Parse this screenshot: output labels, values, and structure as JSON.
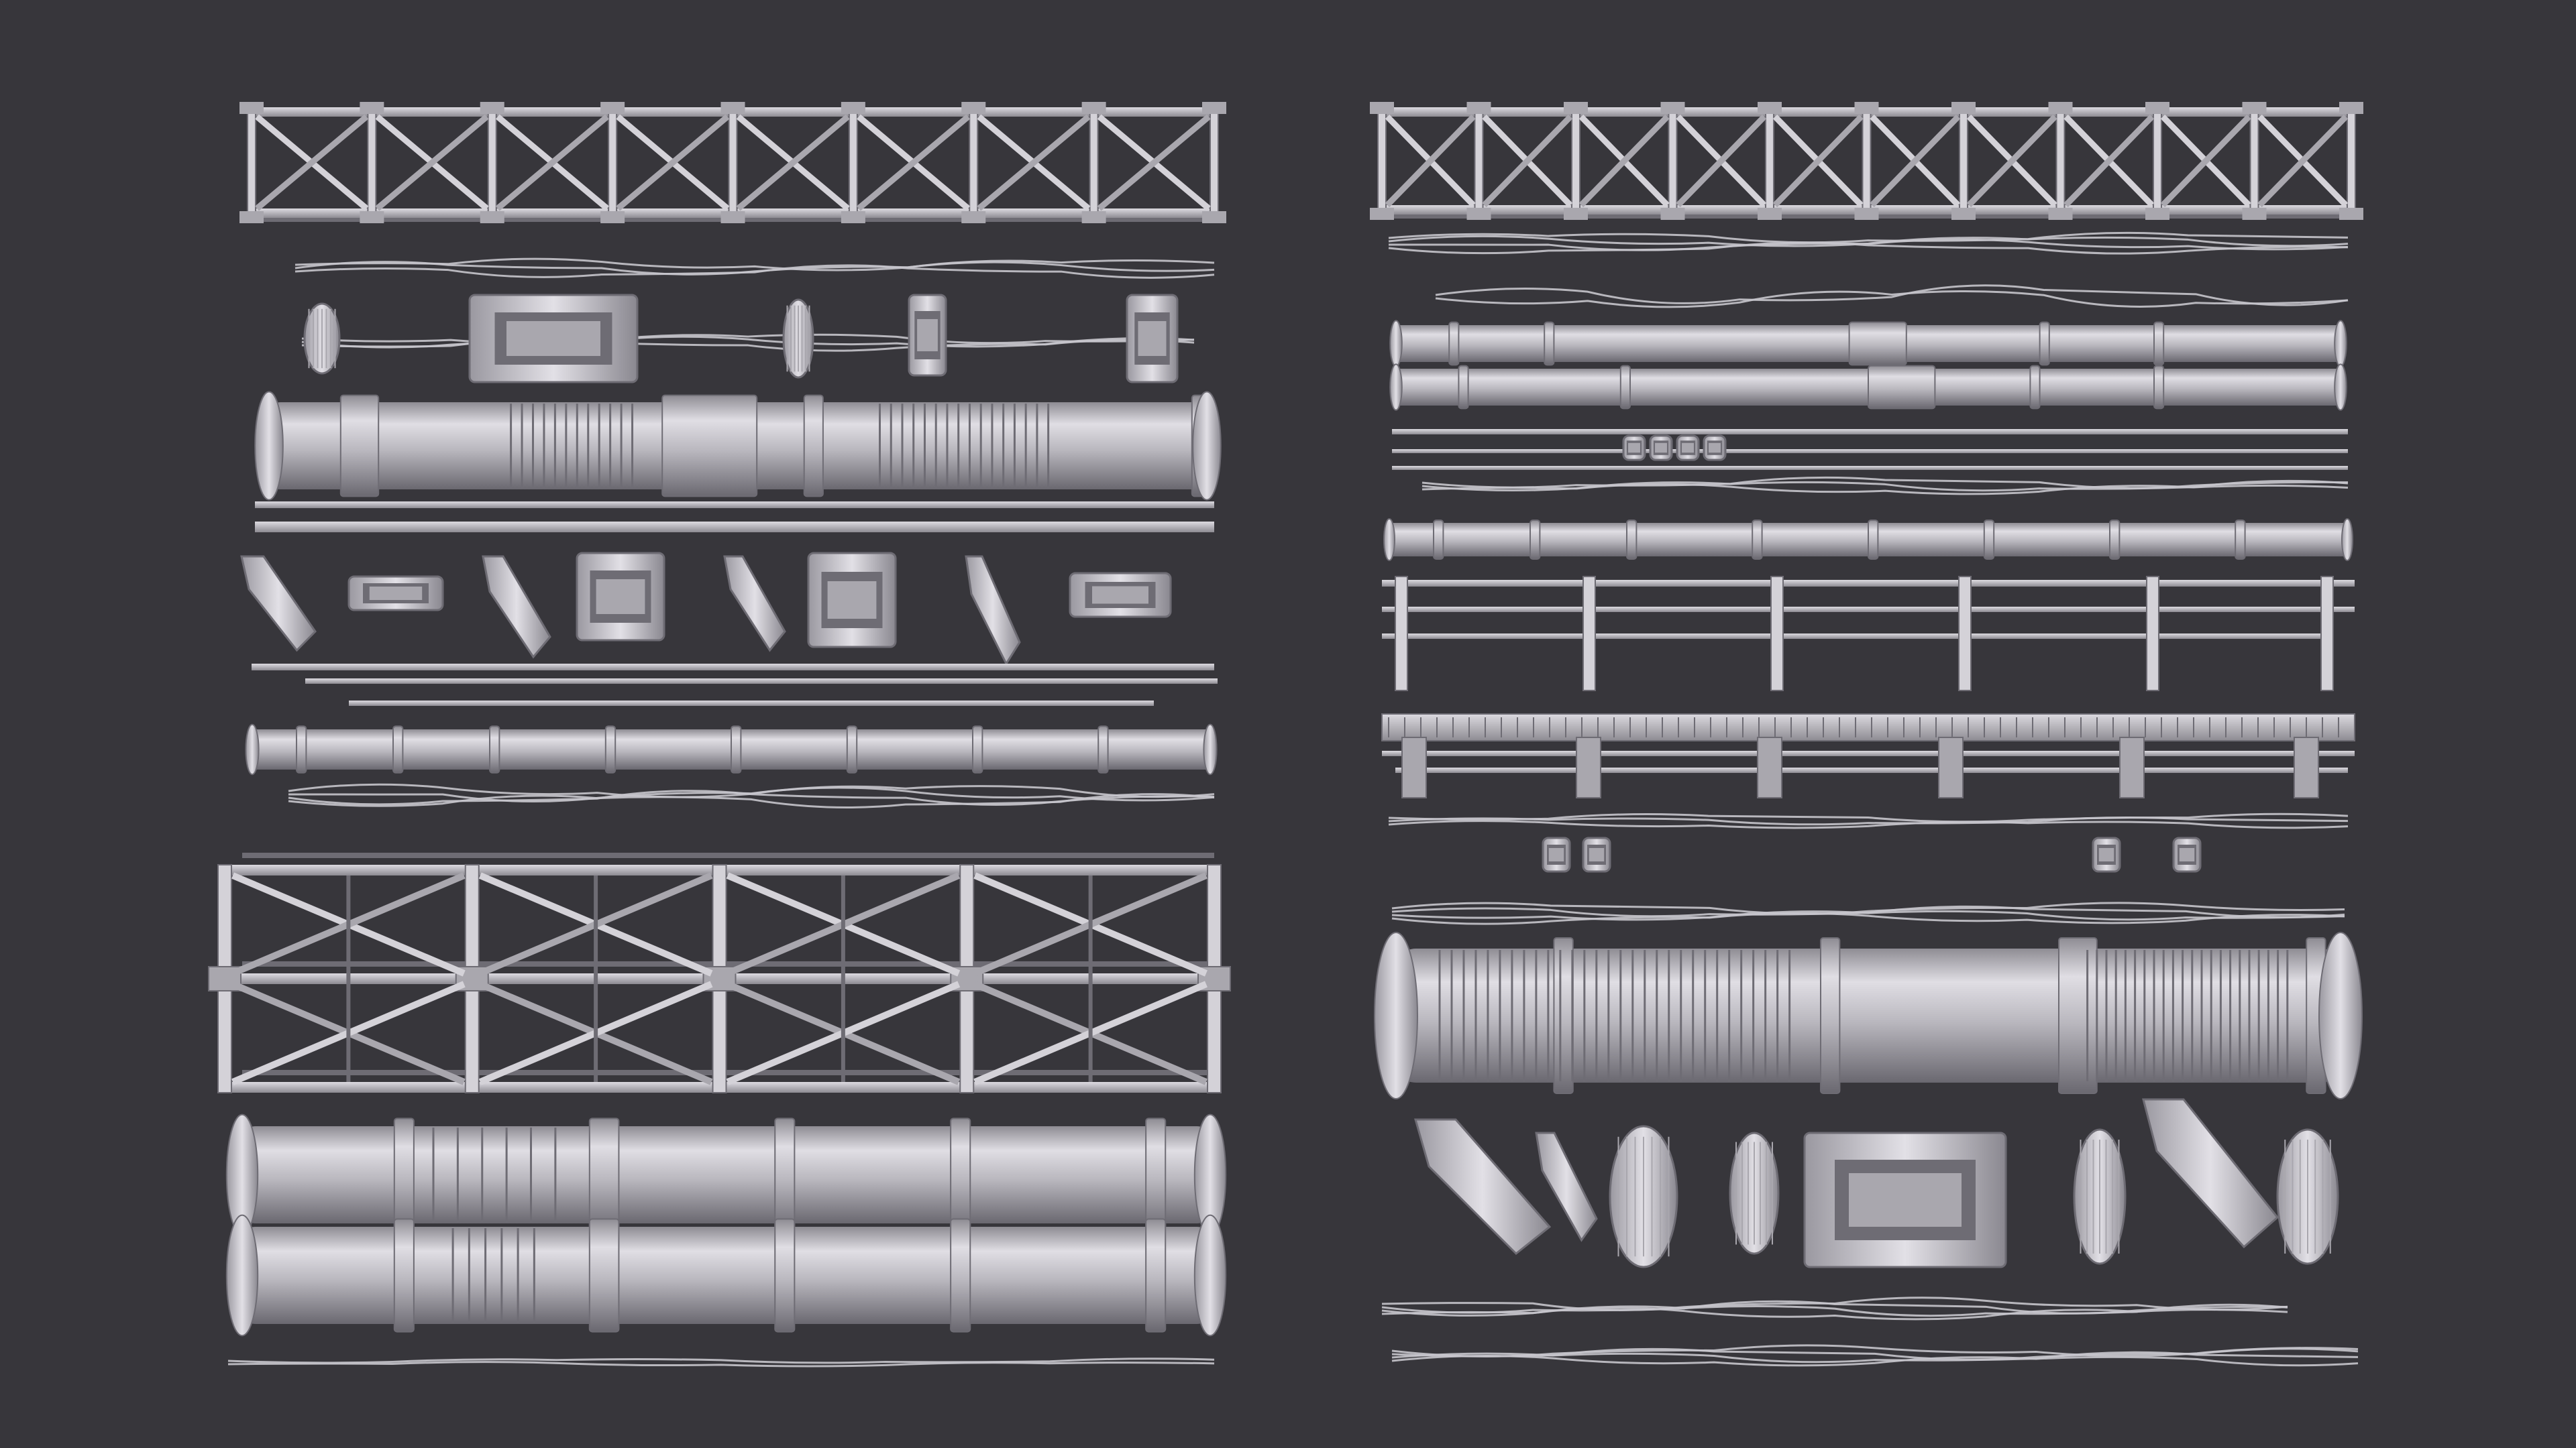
{
  "scene": {
    "description_kind": "3d-render",
    "background_color": "#37363b",
    "material_light": "#d4d2d8",
    "material_mid": "#a9a7ae",
    "material_dark": "#6e6c74",
    "cable_color": "#c7c5cc"
  },
  "panels": [
    {
      "name": "left-kit",
      "rows": [
        {
          "kind": "truss",
          "name": "flat-truss-beam"
        },
        {
          "kind": "cables",
          "name": "cable-bundle-1"
        },
        {
          "kind": "connectors",
          "name": "cable-connectors-row"
        },
        {
          "kind": "pipe",
          "name": "ribbed-pipe-segment"
        },
        {
          "kind": "rail-with-hangers",
          "name": "hanger-rail"
        },
        {
          "kind": "conduits",
          "name": "thin-conduits"
        },
        {
          "kind": "pipe",
          "name": "segmented-pipe"
        },
        {
          "kind": "cables",
          "name": "cable-bundle-2"
        },
        {
          "kind": "truss",
          "name": "box-truss"
        },
        {
          "kind": "pipe",
          "name": "large-pipe-1"
        },
        {
          "kind": "pipe",
          "name": "large-pipe-2"
        },
        {
          "kind": "cables",
          "name": "single-cable"
        }
      ]
    },
    {
      "name": "right-kit",
      "rows": [
        {
          "kind": "truss",
          "name": "flat-truss-beam"
        },
        {
          "kind": "cables",
          "name": "cable-bundle-1"
        },
        {
          "kind": "pipe",
          "name": "double-pipe-1"
        },
        {
          "kind": "pipe",
          "name": "double-pipe-2"
        },
        {
          "kind": "conduits",
          "name": "rod-assembly"
        },
        {
          "kind": "pipe",
          "name": "segmented-pipe"
        },
        {
          "kind": "railing",
          "name": "handrail"
        },
        {
          "kind": "walkway",
          "name": "catwalk-platform"
        },
        {
          "kind": "cables",
          "name": "cable-bundle-2"
        },
        {
          "kind": "pipe",
          "name": "large-ribbed-pipe"
        },
        {
          "kind": "connectors",
          "name": "clamps-and-caps-row"
        },
        {
          "kind": "cables",
          "name": "cable-bundle-3"
        }
      ]
    }
  ]
}
